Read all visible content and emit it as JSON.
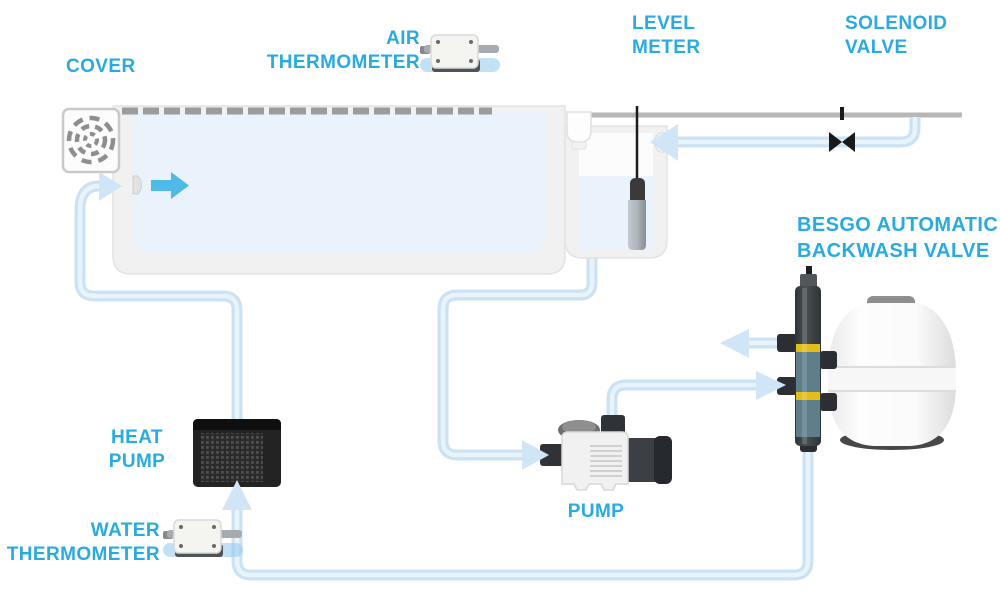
{
  "diagram": {
    "type": "pool-equipment-schematic",
    "labels": {
      "cover": [
        "COVER"
      ],
      "air_thermometer": [
        "AIR",
        "THERMOMETER"
      ],
      "level_meter": [
        "LEVEL",
        "METER"
      ],
      "solenoid_valve": [
        "SOLENOID",
        "VALVE"
      ],
      "besgo": [
        "BESGO AUTOMATIC",
        "BACKWASH VALVE"
      ],
      "heat_pump": [
        "HEAT",
        "PUMP"
      ],
      "water_thermometer": [
        "WATER",
        "THERMOMETER"
      ],
      "pump": [
        "PUMP"
      ]
    },
    "components": [
      "cover-roller",
      "pool",
      "air-thermometer",
      "level-sensor",
      "solenoid-valve",
      "balance-tank",
      "heat-pump",
      "water-thermometer",
      "pump",
      "besgo-backwash-valve",
      "filter-tank"
    ],
    "colors": {
      "label": "#29ABE2",
      "pipe": "#CBE2F4",
      "pipe_core": "#E9F3FB",
      "arrow": "#D0E5F5",
      "jet_arrow": "#4FB9E8",
      "water": "#EAF3FB",
      "wall": "#F1F1F1",
      "mains_line": "#B7B7B7",
      "cover_dashes": "#9C9C9C",
      "valve_yellow": "#E3BE19",
      "valve_teal": "#5E7E8C",
      "dark_equipment": "#232323"
    }
  }
}
